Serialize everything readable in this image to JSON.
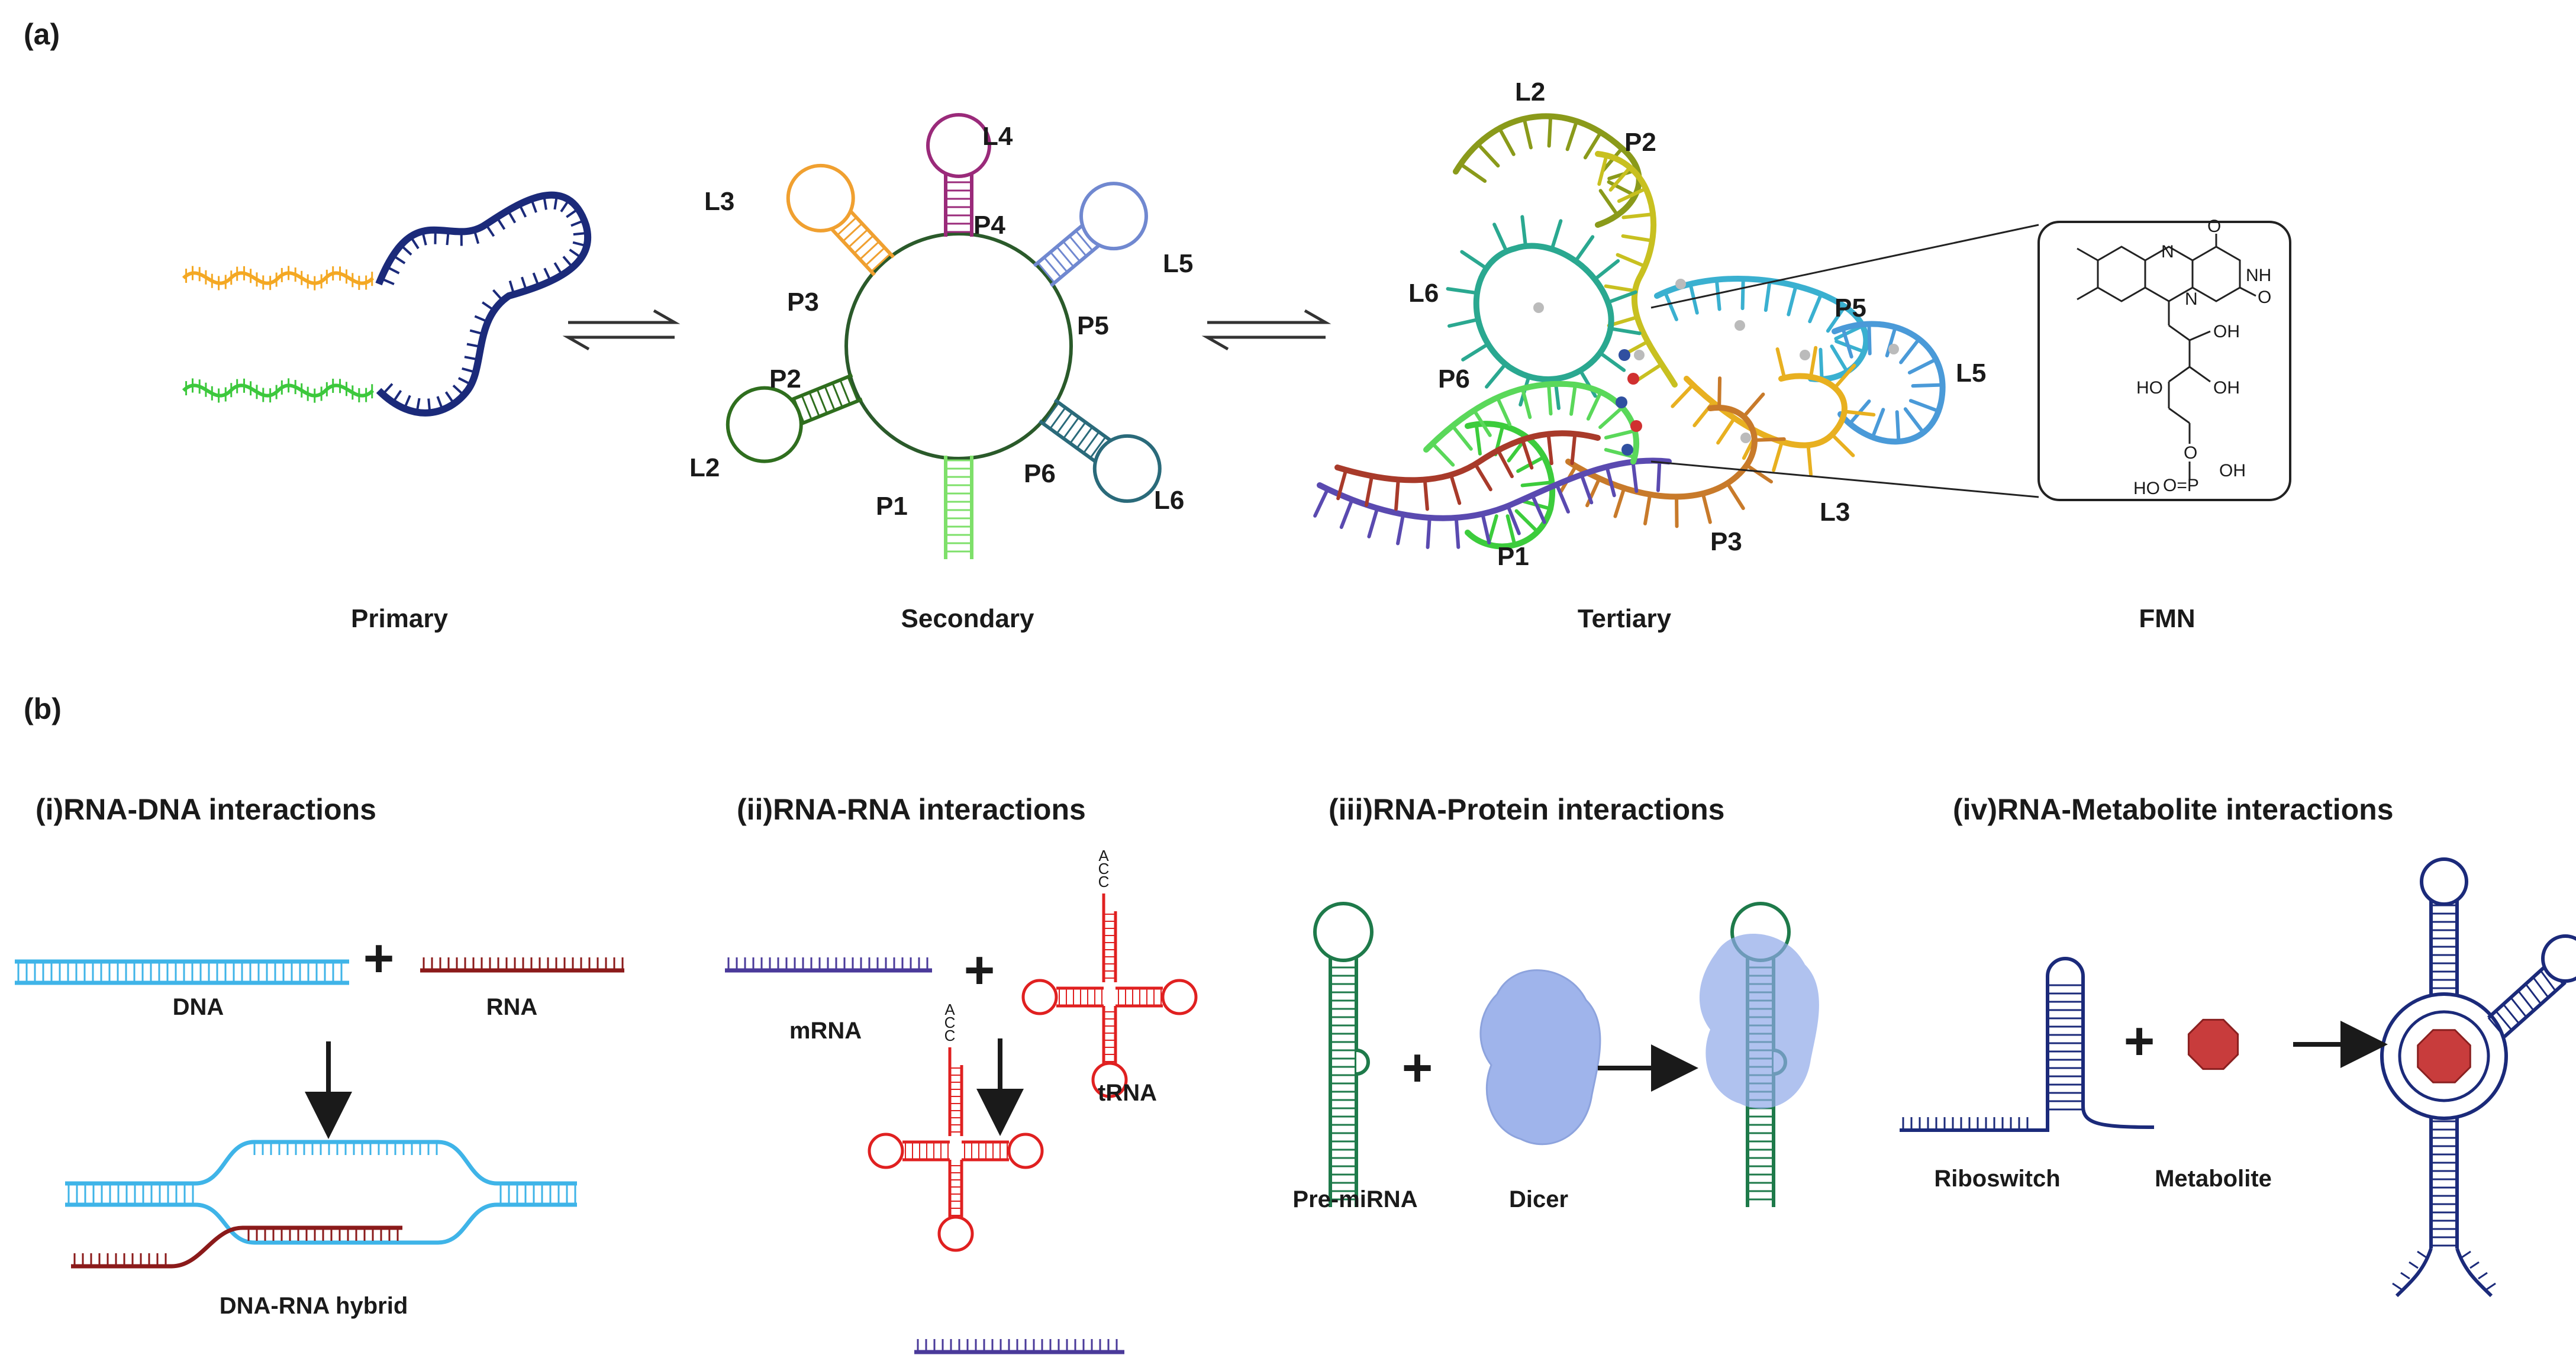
{
  "panels": {
    "a": {
      "label": "(a)",
      "captions": {
        "primary": "Primary",
        "secondary": "Secondary",
        "tertiary": "Tertiary",
        "fmn": "FMN"
      },
      "secondary_labels": {
        "P1": "P1",
        "P2": "P2",
        "P3": "P3",
        "P4": "P4",
        "P5": "P5",
        "P6": "P6",
        "L2": "L2",
        "L3": "L3",
        "L4": "L4",
        "L5": "L5",
        "L6": "L6"
      },
      "tertiary_labels": {
        "L2": "L2",
        "P2": "P2",
        "L6": "L6",
        "P5": "P5",
        "L5": "L5",
        "P6": "P6",
        "P1": "P1",
        "P3": "P3",
        "L3": "L3"
      },
      "fmn_atoms": {
        "o1": "O",
        "nh": "NH",
        "n1": "N",
        "n2": "N",
        "o2": "O",
        "oh1": "OH",
        "ho1": "HO",
        "oh2": "OH",
        "o3": "O",
        "op": "O=P",
        "ho2": "HO",
        "oh3": "OH"
      }
    },
    "b": {
      "label": "(b)",
      "sections": {
        "i": {
          "title": "(i)RNA-DNA interactions",
          "dna": "DNA",
          "rna": "RNA",
          "hybrid": "DNA-RNA hybrid"
        },
        "ii": {
          "title": "(ii)RNA-RNA interactions",
          "mrna": "mRNA",
          "trna": "tRNA",
          "acc": [
            "A",
            "C",
            "C"
          ]
        },
        "iii": {
          "title": "(iii)RNA-Protein interactions",
          "premirna": "Pre-miRNA",
          "dicer": "Dicer"
        },
        "iv": {
          "title": "(iv)RNA-Metabolite interactions",
          "riboswitch": "Riboswitch",
          "metabolite": "Metabolite"
        }
      },
      "plus_sign": "+"
    }
  },
  "colors": {
    "navy": "#1b2a7a",
    "orange": "#f4a823",
    "green": "#3cc83c",
    "light_blue": "#3fb4e8",
    "dark_red": "#8b1a1a",
    "red": "#e02020",
    "purple": "#4a3a9a",
    "dark_green": "#1e7a4a",
    "dicer": "#8fa8e8",
    "metabolite": "#c83c3c",
    "p1": "#7ee06a",
    "p2": "#2f6e1e",
    "p3": "#f0a030",
    "p4": "#9a2a7a",
    "p5": "#7088d0",
    "p6": "#2a6a7a"
  }
}
